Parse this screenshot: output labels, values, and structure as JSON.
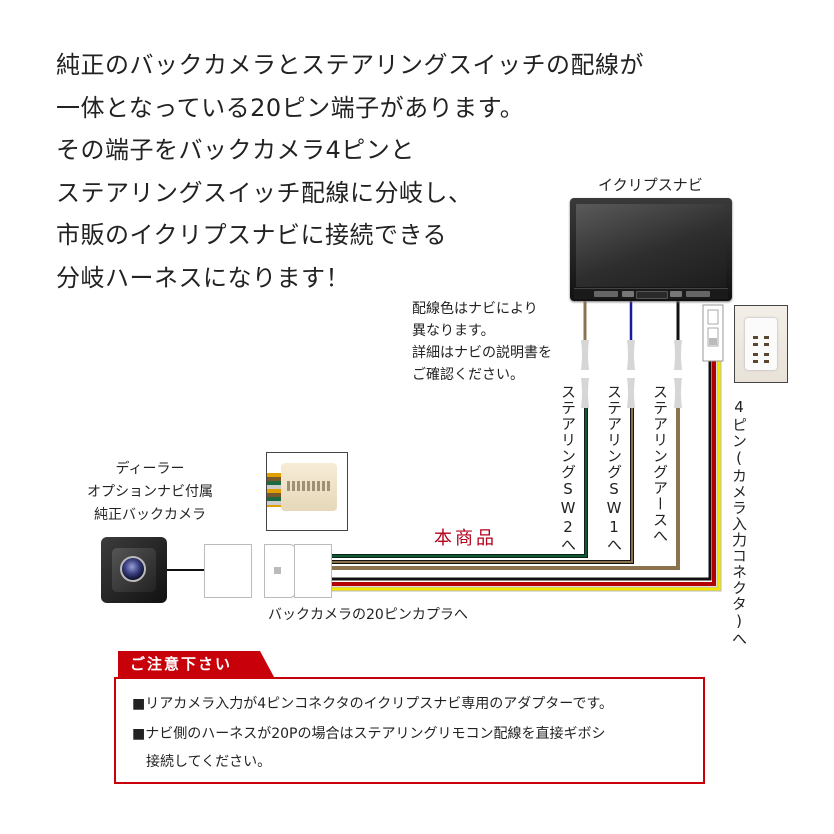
{
  "intro": {
    "lines": [
      "純正のバックカメラとステアリングスイッチの配線が",
      "一体となっている20ピン端子があります。",
      "その端子をバックカメラ4ピンと",
      "ステアリングスイッチ配線に分岐し、",
      "市販のイクリプスナビに接続できる",
      "分岐ハーネスになります！"
    ]
  },
  "navi": {
    "label": "イクリプスナビ"
  },
  "wiring_note": {
    "lines": [
      "配線色はナビにより",
      "異なります。",
      "詳細はナビの説明書を",
      "ご確認ください。"
    ]
  },
  "wire_labels": {
    "sw2": "ステアリングSW2へ",
    "sw1": "ステアリングSW1へ",
    "ground": "ステアリングアースへ",
    "camera4pin": "4ピン(カメラ入力コネクタ)へ"
  },
  "camera": {
    "label_lines": [
      "ディーラー",
      "オプションナビ付属",
      "純正バックカメラ"
    ]
  },
  "product_label": "本商品",
  "coupler_label": "バックカメラの20ピンカプラへ",
  "caution": {
    "title": "ご注意下さい",
    "items": [
      "■リアカメラ入力が4ピンコネクタのイクリプスナビ専用のアダプターです。",
      "■ナビ側のハーネスが20Pの場合はステアリングリモコン配線を直接ギボシ",
      "　接続してください。"
    ]
  },
  "colors": {
    "accent_red": "#c8000a",
    "wire_green": "#0f5a35",
    "wire_brown": "#8c7350",
    "wire_black": "#111111",
    "wire_red": "#b30000",
    "wire_yellow": "#f2e600",
    "wire_blue": "#1a1a9a"
  }
}
